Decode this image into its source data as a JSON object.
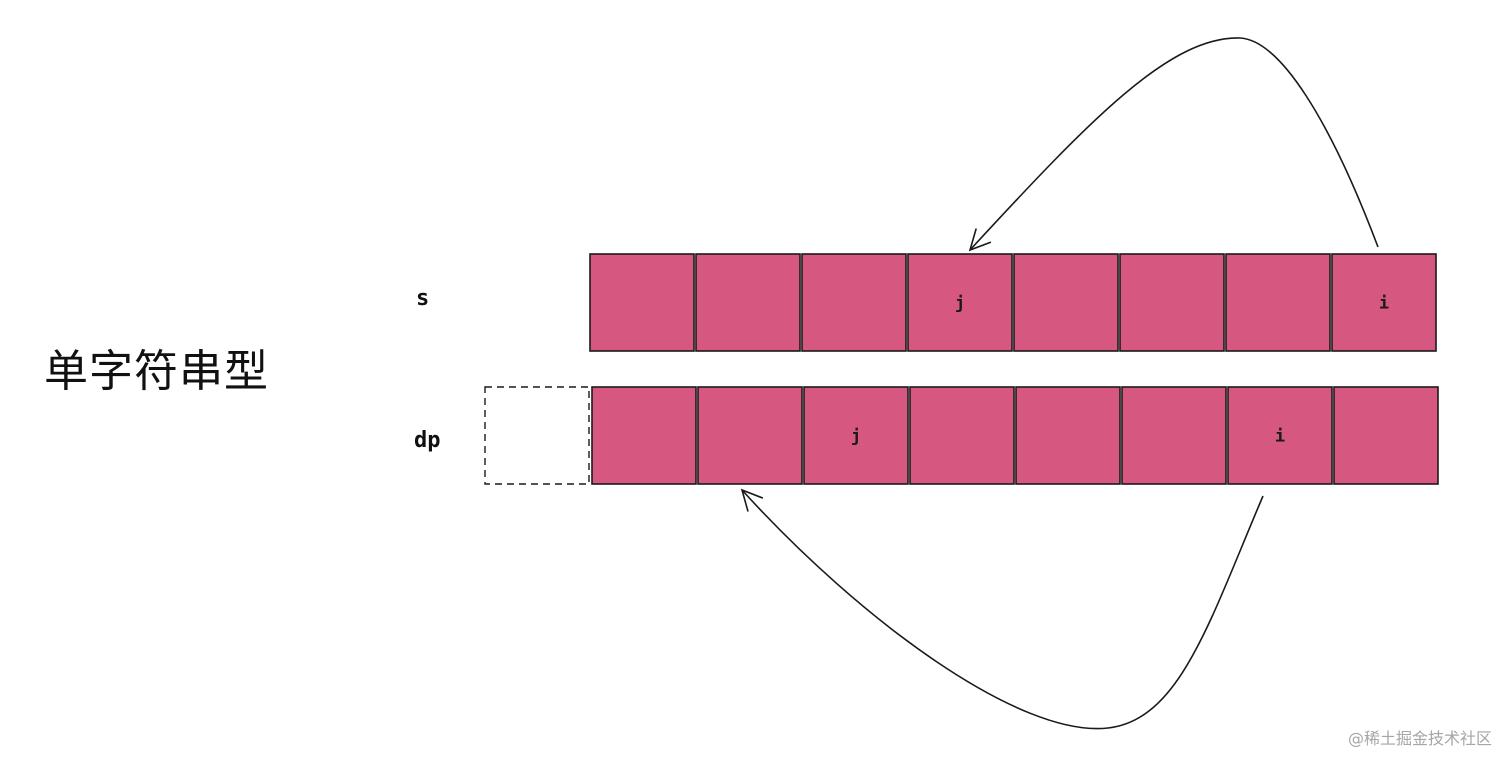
{
  "title": "单字符串型",
  "rows": [
    {
      "label": "s",
      "cells": [
        "",
        "",
        "",
        "j",
        "",
        "",
        "",
        "i"
      ]
    },
    {
      "label": "dp",
      "cells": [
        "",
        "",
        "j",
        "",
        "",
        "",
        "i",
        ""
      ]
    }
  ],
  "colors": {
    "cell_fill": "#d6577f",
    "stroke": "#1a1a1a"
  },
  "watermark": "@稀土掘金技术社区"
}
